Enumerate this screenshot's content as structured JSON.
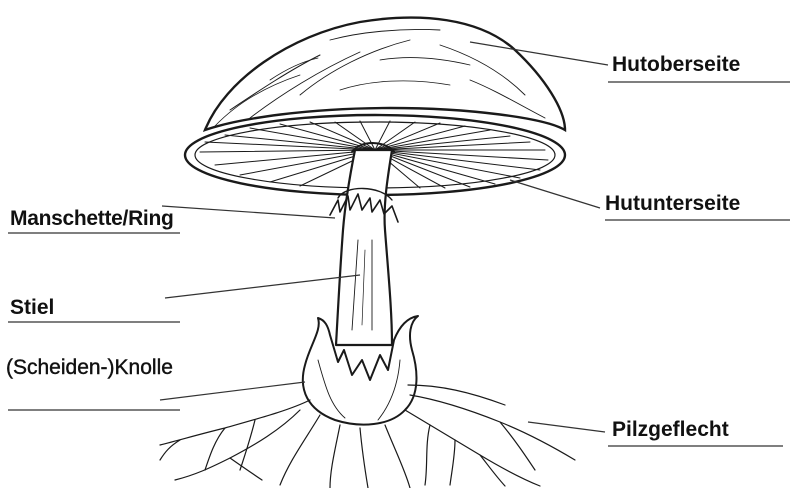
{
  "labels": {
    "hutoberseite": "Hutoberseite",
    "hutunterseite": "Hutunterseite",
    "manschette": "Manschette/Ring",
    "stiel": "Stiel",
    "knolle": "(Scheiden-)Knolle",
    "pilzgeflecht": "Pilzgeflecht"
  },
  "colors": {
    "ink": "#1a1a1a",
    "line": "#333333",
    "background": "#ffffff"
  }
}
